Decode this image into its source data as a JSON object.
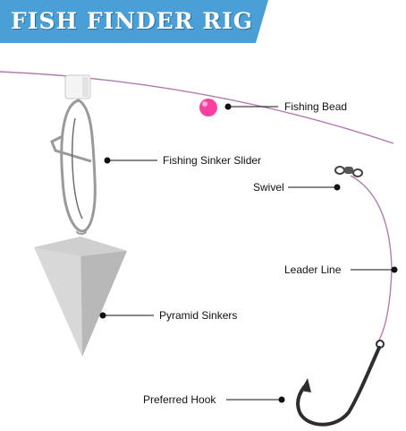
{
  "title": "FISH FINDER RIG",
  "colors": {
    "banner": "#4a9fd6",
    "line": "#b57bb0",
    "bead": "#ff3fa0",
    "pointer": "#111111",
    "metal": "#9a9a9a",
    "sinker": "#cfcfcf"
  },
  "labels": {
    "fishing_bead": "Fishing Bead",
    "sinker_slider": "Fishing Sinker Slider",
    "swivel": "Swivel",
    "leader_line": "Leader Line",
    "pyramid_sinkers": "Pyramid Sinkers",
    "preferred_hook": "Preferred Hook"
  }
}
